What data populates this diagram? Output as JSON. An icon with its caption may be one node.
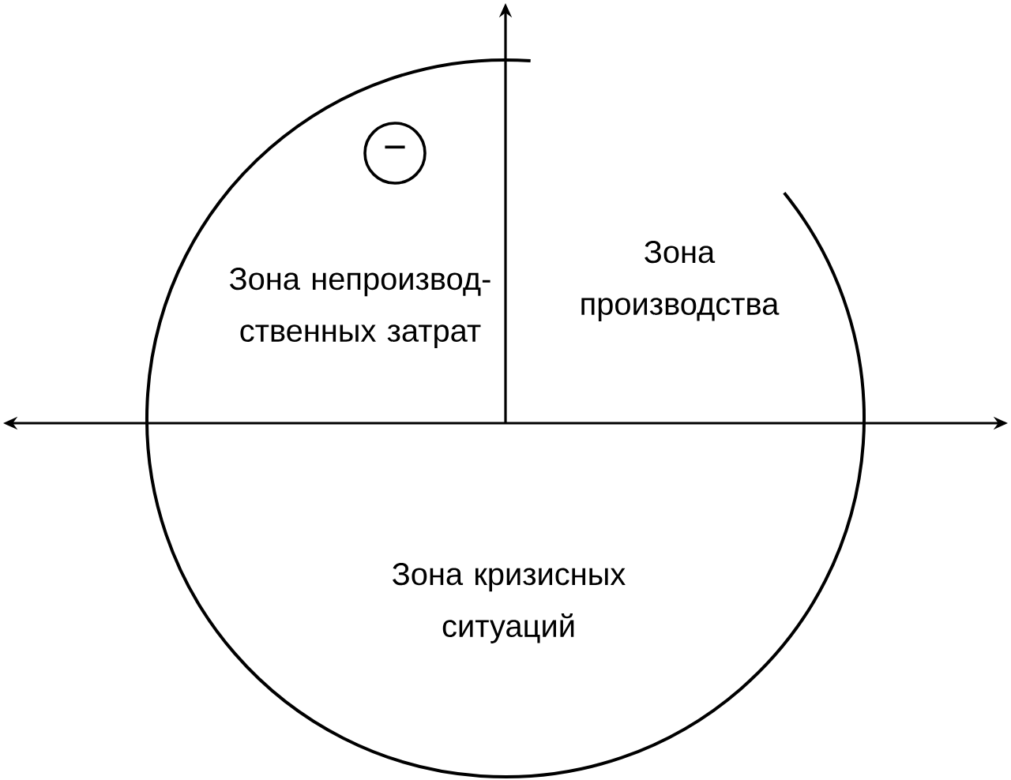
{
  "diagram": {
    "nodes": [
      {
        "text": [
          "−"
        ]
      }
    ],
    "labels": [
      "Зона непроизвод-ственных затрат",
      "Зона производства",
      "Зона кризисных ситуаций"
    ]
  }
}
